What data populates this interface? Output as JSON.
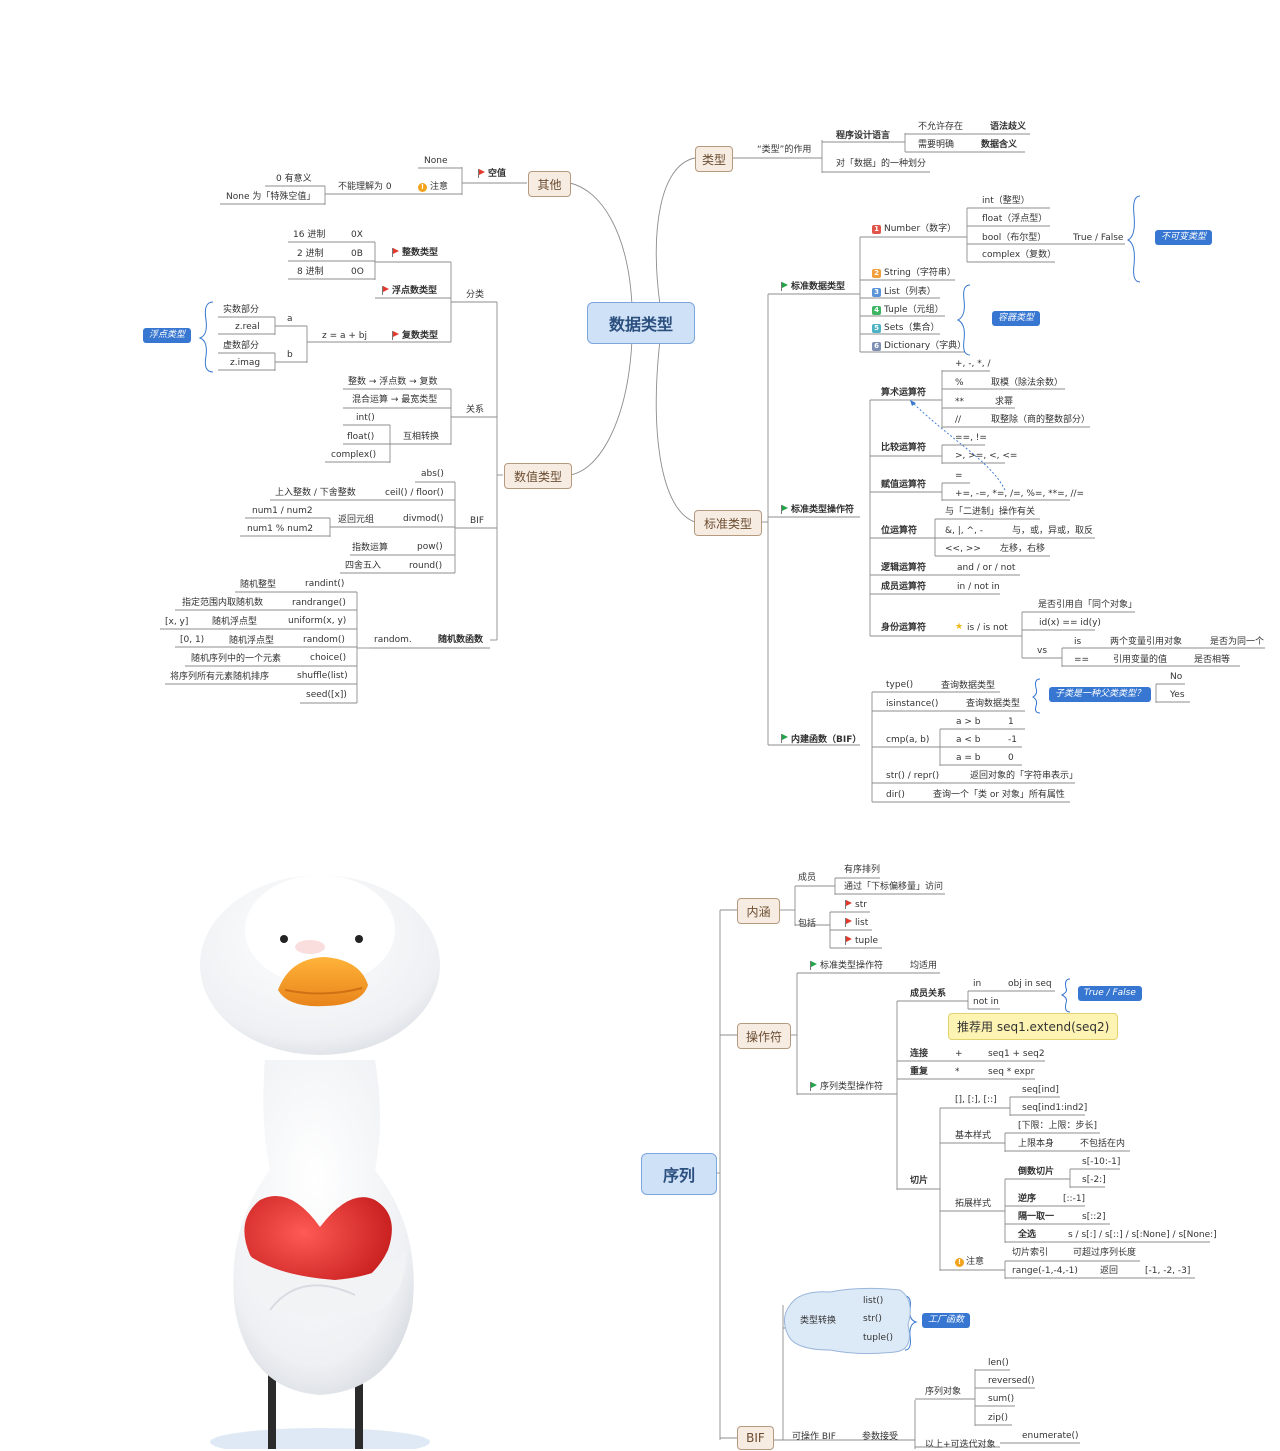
{
  "colors": {
    "branch": "#8a8a8a",
    "topic_fill": "#f7ece1",
    "topic_border": "#b69a80",
    "root_fill": "#cfe1f7",
    "tag": "#3777d1"
  },
  "map1": {
    "root": "数据类型",
    "topics": {
      "leixing": "类型",
      "qita": "其他",
      "shuzhi": "数值类型",
      "biaozhun": "标准类型"
    },
    "leixing": {
      "zuoyong": "“类型”的作用",
      "chengxu": "程序设计语言",
      "buyunxu": "不允许存在",
      "yufa": "语法歧义",
      "xuyao": "需要明确",
      "shuju_hanyi": "数据含义",
      "huafen": "对「数据」的一种划分"
    },
    "qita": {
      "kongzhi": "空值",
      "none": "None",
      "zhuyi": "注意",
      "bunenglijie": "不能理解为 0",
      "yiyi": "0 有意义",
      "special": "None 为「特殊空值」"
    },
    "fenlei": {
      "title": "分类",
      "zhengshu": "整数类型",
      "fudian": "浮点数类型",
      "fushu": "复数类型",
      "hex": "16 进制",
      "hexv": "0X",
      "bin": "2 进制",
      "binv": "0B",
      "oct": "8 进制",
      "octv": "0O",
      "formula": "z = a + bj",
      "a": "a",
      "b": "b",
      "shishu": "实数部分",
      "zreal": "z.real",
      "xushu": "虚数部分",
      "zimag": "z.imag",
      "fudian_tag": "浮点类型"
    },
    "guanxi": {
      "title": "关系",
      "chain": "整数 → 浮点数 → 复数",
      "hunhe": "混合运算 → 最宽类型",
      "int": "int()",
      "float": "float()",
      "complex": "complex()",
      "huxiang": "互相转换"
    },
    "bif": {
      "title": "BIF",
      "abs": "abs()",
      "ceilfloor": "ceil() / floor()",
      "quzheng": "上入整数 / 下舍整数",
      "divmod": "divmod()",
      "fanhui": "返回元组",
      "n1": "num1 / num2",
      "n2": "num1 % num2",
      "pow": "pow()",
      "zhishu": "指数运算",
      "round": "round()",
      "sishe": "四舍五入"
    },
    "random": {
      "title": "随机数函数",
      "module": "random.",
      "items": [
        {
          "f": "randint()",
          "d": "随机整型",
          "x": ""
        },
        {
          "f": "randrange()",
          "d": "指定范围内取随机数",
          "x": ""
        },
        {
          "f": "uniform(x, y)",
          "d": "随机浮点型",
          "x": "[x, y]"
        },
        {
          "f": "random()",
          "d": "随机浮点型",
          "x": "[0, 1)"
        },
        {
          "f": "choice()",
          "d": "随机序列中的一个元素",
          "x": ""
        },
        {
          "f": "shuffle(list)",
          "d": "将序列所有元素随机排序",
          "x": ""
        },
        {
          "f": "seed([x])",
          "d": "",
          "x": ""
        }
      ]
    },
    "std_types": {
      "title": "标准数据类型",
      "number": "Number（数字）",
      "int": "int（整型）",
      "float": "float（浮点型）",
      "bool": "bool（布尔型）",
      "truefalse": "True / False",
      "complex": "complex（复数）",
      "bukebian": "不可变类型",
      "string": "String（字符串）",
      "list": "List（列表）",
      "tuple": "Tuple（元组）",
      "sets": "Sets（集合）",
      "dict": "Dictionary（字典）",
      "rongqi": "容器类型",
      "nums": [
        "1",
        "2",
        "3",
        "4",
        "5",
        "6"
      ]
    },
    "ops": {
      "title": "标准类型操作符",
      "suanshu": "算术运算符",
      "arith1": "+, -, *, /",
      "mod": "%",
      "mod_d": "取模（除法余数）",
      "pow": "**",
      "pow_d": "求幂",
      "floordiv": "//",
      "floordiv_d": "取整除（商的整数部分）",
      "bijiao": "比较运算符",
      "cmp1": "==, !=",
      "cmp2": ">, >=, <, <=",
      "fuzhi": "赋值运算符",
      "assign1": "=",
      "assign2": "+=, -=, *=, /=, %=, **=, //=",
      "wei": "位运算符",
      "wei_note": "与「二进制」操作有关",
      "bit1": "&, |, ^, -",
      "bit1_d": "与，或，异或，取反",
      "bit2": "<<, >>",
      "bit2_d": "左移，右移",
      "luoji": "逻辑运算符",
      "logic": "and / or / not",
      "chengyuan": "成员运算符",
      "member": "in / not in",
      "shenfen": "身份运算符",
      "is": "is / is not",
      "same": "是否引用自「同个对象」",
      "idcmp": "id(x) == id(y)",
      "vs": "vs",
      "is2": "is",
      "is_d": "两个变量引用对象",
      "is_r": "是否为同一个",
      "eq": "==",
      "eq_d": "引用变量的值",
      "eq_r": "是否相等"
    },
    "bif2": {
      "title": "内建函数（BIF）",
      "type": "type()",
      "type_d": "查询数据类型",
      "isinst": "isinstance()",
      "isinst_d": "查询数据类型",
      "subq": "子类是一种父类类型？",
      "no": "No",
      "yes": "Yes",
      "cmp": "cmp(a, b)",
      "c1": "a > b",
      "c1v": "1",
      "c2": "a < b",
      "c2v": "-1",
      "c3": "a = b",
      "c3v": "0",
      "str": "str() / repr()",
      "str_d": "返回对象的「字符串表示」",
      "dir": "dir()",
      "dir_d": "查询一个「类 or 对象」所有属性"
    }
  },
  "map2": {
    "root": "序列",
    "topics": {
      "neihan": "内涵",
      "caozuofu": "操作符",
      "bif": "BIF"
    },
    "neihan": {
      "chengyuan": "成员",
      "youxu": "有序排列",
      "fangwen": "通过「下标偏移量」访问",
      "baokuo": "包括",
      "str": "str",
      "list": "list",
      "tuple": "tuple"
    },
    "caozuo": {
      "std": "标准类型操作符",
      "junshiyong": "均适用",
      "seq": "序列类型操作符",
      "member": "成员关系",
      "in": "in",
      "objin": "obj in seq",
      "notin": "not in",
      "tf": "True / False",
      "callout": "推荐用 seq1.extend(seq2)",
      "lianjie": "连接",
      "plus": "+",
      "plus_d": "seq1 + seq2",
      "chongfu": "重复",
      "star": "*",
      "star_d": "seq * expr",
      "qiepian": "切片",
      "brackets": "[], [:], [::]",
      "s1": "seq[ind]",
      "s2": "seq[ind1:ind2]",
      "jiben": "基本样式",
      "xiabiao": "[下限：上限：步长]",
      "shangxian": "上限本身",
      "bubao": "不包括在内",
      "tuozhan": "拓展样式",
      "daoshu": "倒数切片",
      "ds1": "s[-10:-1]",
      "ds2": "s[-2:]",
      "nixu": "逆序",
      "nx": "[::-1]",
      "gey": "隔一取一",
      "gy": "s[::2]",
      "quanxuan": "全选",
      "qx": "s / s[:] / s[::] / s[:None] / s[None:]",
      "zhuyi": "注意",
      "qpsy": "切片索引",
      "kcgd": "可超过序列长度",
      "range": "range(-1,-4,-1)",
      "fh": "返回",
      "res": "[-1, -2, -3]"
    },
    "bifs": {
      "zhuanhuan": "类型转换",
      "list": "list()",
      "str": "str()",
      "tuple": "tuple()",
      "gongchang": "工厂函数",
      "kecaozuo": "可操作 BIF",
      "canshu": "参数接受",
      "xulie": "序列对象",
      "len": "len()",
      "reversed": "reversed()",
      "sum": "sum()",
      "zip": "zip()",
      "yishang": "以上+可迭代对象",
      "enumerate": "enumerate()"
    }
  }
}
